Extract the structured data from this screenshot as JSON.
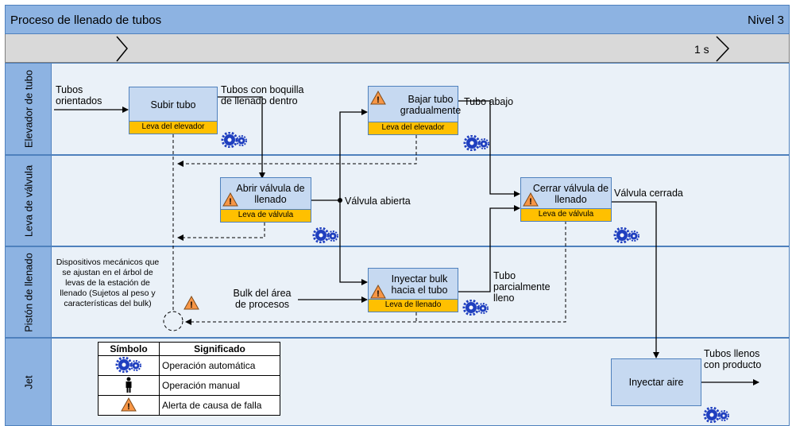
{
  "header": {
    "title": "Proceso de llenado de tubos",
    "level": "Nivel 3"
  },
  "timeline": {
    "time_label": "1 s"
  },
  "lanes": [
    {
      "label": "Elevador de tubo"
    },
    {
      "label": "Leva de válvula"
    },
    {
      "label": "Pistón de llenado"
    },
    {
      "label": "Jet"
    }
  ],
  "processes": {
    "subir_tubo": {
      "title": "Subir tubo",
      "footer": "Leva del elevador"
    },
    "bajar_tubo": {
      "title": "Bajar tubo gradualmente",
      "footer": "Leva del elevador"
    },
    "abrir_valvula": {
      "title": "Abrir válvula de llenado",
      "footer": "Leva de válvula"
    },
    "cerrar_valvula": {
      "title": "Cerrar válvula de llenado",
      "footer": "Leva de válvula"
    },
    "inyectar_bulk": {
      "title": "Inyectar bulk hacia el tubo",
      "footer": "Leva de llenado"
    },
    "inyectar_aire": {
      "title": "Inyectar aire"
    }
  },
  "flow_labels": {
    "tubos_orientados": "Tubos orientados",
    "tubos_boquilla": "Tubos con boquilla de llenado dentro",
    "tubo_abajo": "Tubo abajo",
    "valvula_abierta": "Válvula abierta",
    "valvula_cerrada": "Válvula cerrada",
    "tubo_parcial": "Tubo parcialmente lleno",
    "bulk_area": "Bulk del área de procesos",
    "tubos_llenos": "Tubos llenos con producto",
    "dispositivos": "Dispositivos mecánicos que se ajustan en el árbol de levas de la estación de llenado (Sujetos al peso y características del bulk)"
  },
  "legend": {
    "col_symbol": "Símbolo",
    "col_meaning": "Significado",
    "rows": [
      {
        "icon": "gears-icon",
        "meaning": "Operación automática"
      },
      {
        "icon": "person-icon",
        "meaning": "Operación manual"
      },
      {
        "icon": "warning-icon",
        "meaning": "Alerta de causa de falla"
      }
    ]
  },
  "colors": {
    "lane_header": "#8db3e2",
    "process_box": "#c6d9f1",
    "footer": "#ffc000",
    "gear": "#1f3fbf",
    "warning": "#f79646"
  }
}
